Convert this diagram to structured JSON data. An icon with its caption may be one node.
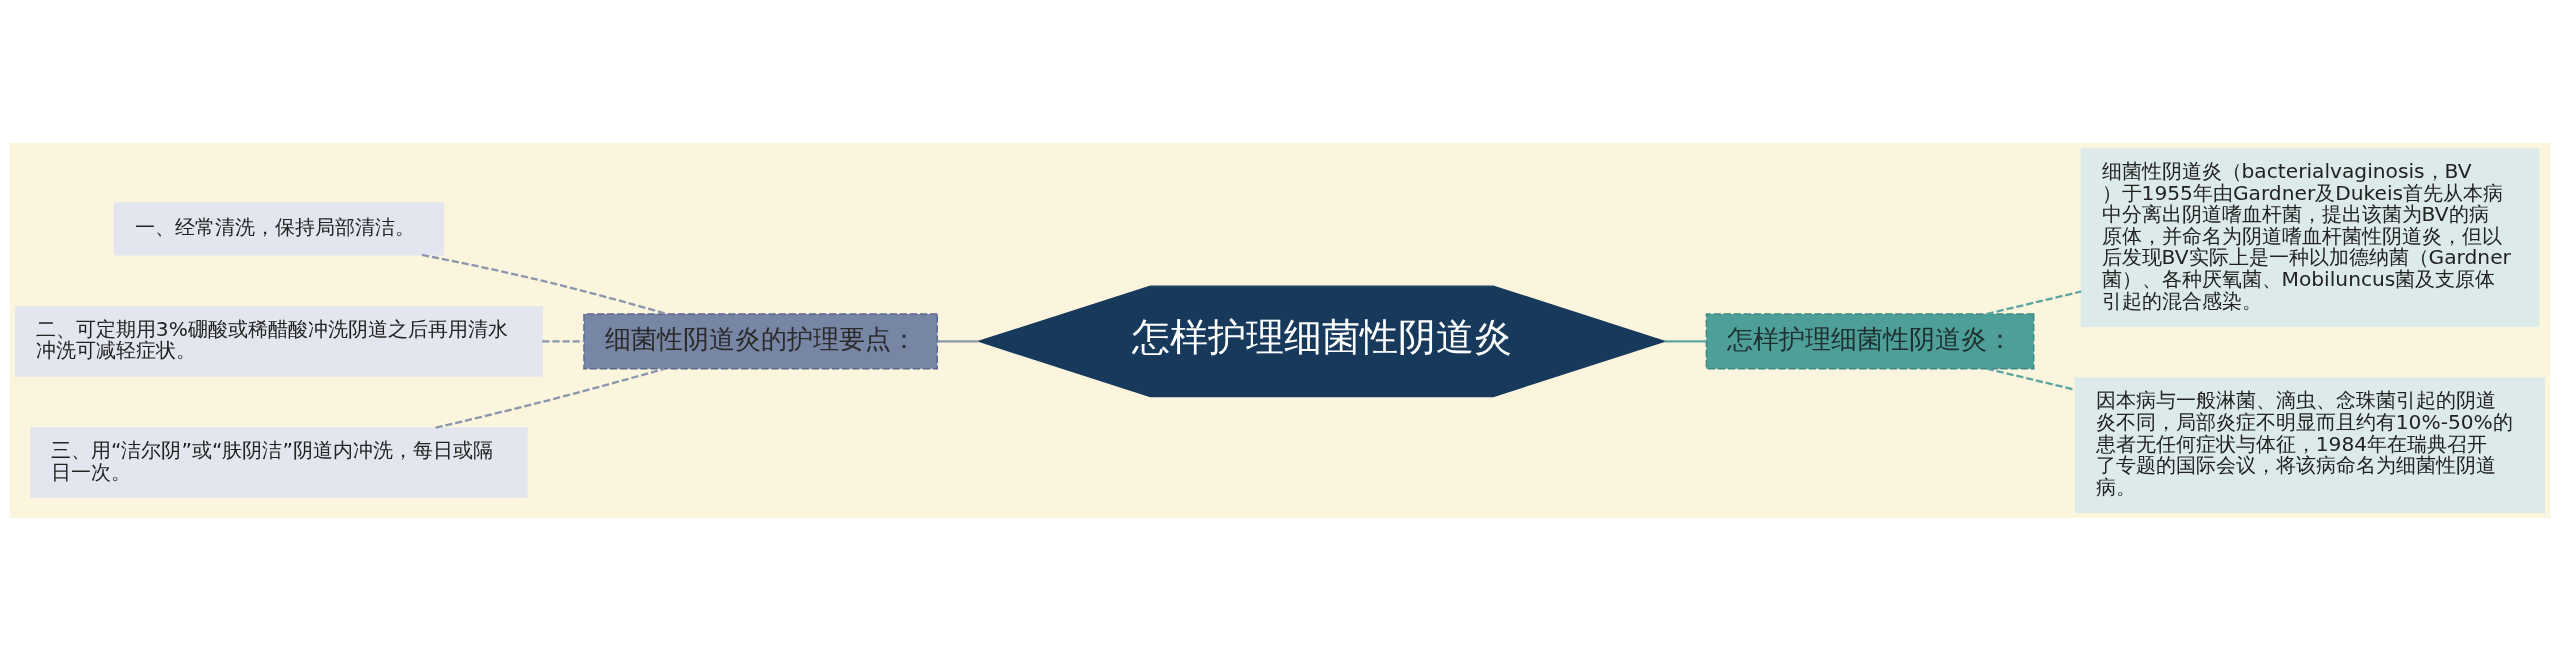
{
  "diagram": {
    "nodes": [
      {
        "text": [
          "怎样护理细菌性阴道炎"
        ]
      },
      {
        "text": [
          "细菌性阴道炎的护理要点："
        ]
      },
      {
        "text": [
          "一、经常清洗，保持局部清洁。"
        ]
      },
      {
        "text": [
          "二、可定期用3%硼酸或稀醋酸冲洗阴道之后再用清水冲洗可减轻症状。"
        ]
      },
      {
        "text": [
          "三、用“洁尔阴”或“肤阴洁”阴道内冲洗，每日或隔日一次。"
        ]
      },
      {
        "text": [
          "怎样护理细菌性阴道炎："
        ]
      },
      {
        "text": [
          "细菌性阴道炎（bacterialvaginosis，BV）于1955年由Gardner及Dukeis首先从本病中分离出阴道嗜血杆菌，提出该菌为BV的病原体，并命名为阴道嗜血杆菌性阴道炎，但以后发现BV实际上是一种以加德纳菌（Gardner菌）、各种厌氧菌、Mobiluncus菌及支原体引起的混合感染。"
        ]
      },
      {
        "text": [
          "因本病与一般淋菌、滴虫、念珠菌引起的阴道炎不同，局部炎症不明显而且约有10%-50%的患者无任何症状与体征，1984年在瑞典召开了专题的国际会议，将该病命名为细菌性阴道病。"
        ]
      }
    ],
    "edges": [
      {
        "from": 0,
        "to": 1,
        "arrow": "none"
      },
      {
        "from": 1,
        "to": 2,
        "arrow": "none",
        "style": "dashed"
      },
      {
        "from": 1,
        "to": 3,
        "arrow": "none",
        "style": "dashed"
      },
      {
        "from": 1,
        "to": 4,
        "arrow": "none",
        "style": "dashed"
      },
      {
        "from": 0,
        "to": 5,
        "arrow": "none",
        "color": "#5aa5a0"
      },
      {
        "from": 5,
        "to": 6,
        "arrow": "none",
        "style": "dashed",
        "color": "#5aa5a0"
      },
      {
        "from": 5,
        "to": 7,
        "arrow": "none",
        "style": "dashed",
        "color": "#5aa5a0"
      }
    ]
  }
}
